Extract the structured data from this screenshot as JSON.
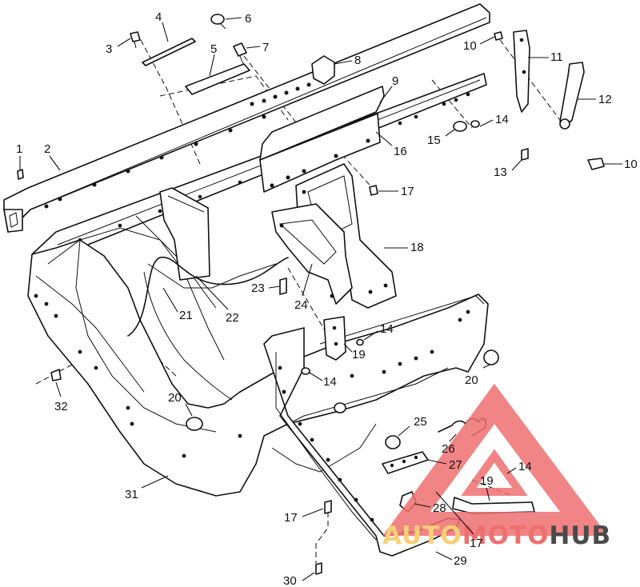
{
  "diagram": {
    "callouts": [
      "1",
      "2",
      "3",
      "4",
      "5",
      "6",
      "7",
      "8",
      "9",
      "10",
      "11",
      "12",
      "13",
      "14",
      "15",
      "16",
      "17",
      "18",
      "19",
      "20",
      "21",
      "22",
      "23",
      "24",
      "25",
      "26",
      "27",
      "28",
      "29",
      "30",
      "31",
      "32"
    ],
    "watermark": {
      "part1": "AUTO",
      "part2": "MOTO",
      "part3": "HUB",
      "color_triangle": "#ef6f6f",
      "color_auto": "#f6cf76",
      "color_moto": "#ef6f6f",
      "color_hub": "#4a4a4a"
    }
  }
}
